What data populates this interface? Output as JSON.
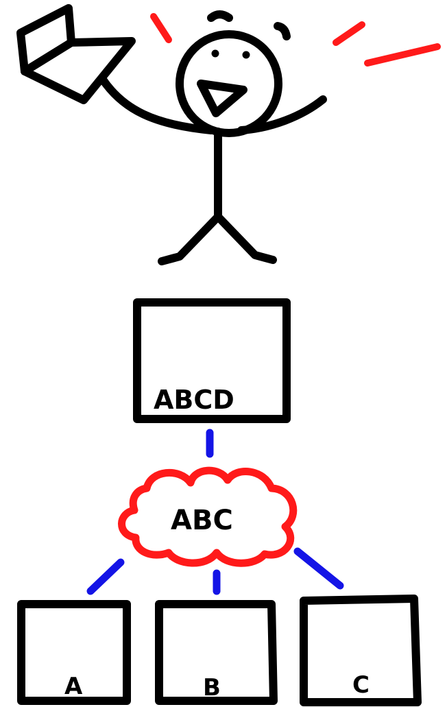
{
  "colors": {
    "ink": "#000000",
    "accent_red": "#ff1a1a",
    "connector_blue": "#1414e6",
    "background": "#ffffff"
  },
  "figure": {
    "icon": "stick-figure-with-laptop-icon",
    "mood": "excited"
  },
  "diagram": {
    "top_box": {
      "label": "ABCD"
    },
    "cloud": {
      "label": "ABC"
    },
    "children": [
      {
        "label": "A"
      },
      {
        "label": "B"
      },
      {
        "label": "C"
      }
    ]
  }
}
